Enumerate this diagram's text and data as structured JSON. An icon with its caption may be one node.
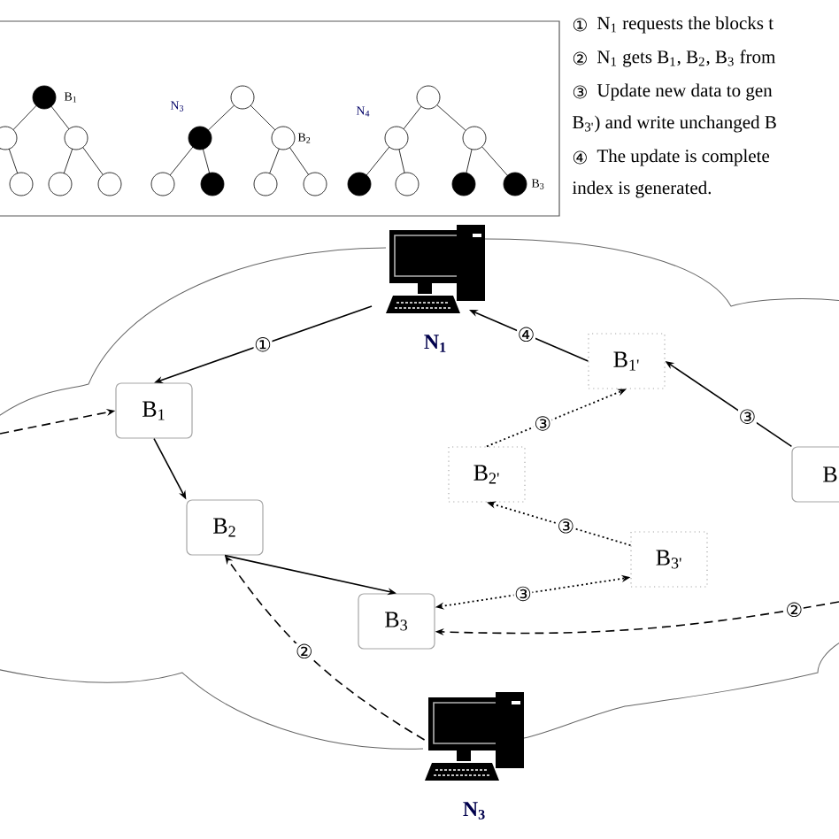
{
  "diagram": {
    "nodes": [
      {
        "text": [],
        "shape": "picture",
        "beside": [
          "N$_{1}$"
        ]
      },
      {
        "text": [
          "B$_{1}$"
        ]
      },
      {
        "text": [
          "B$_{2}$"
        ]
      },
      {
        "text": [
          "B$_{3}$"
        ]
      },
      {
        "text": [
          "B$_{1'}$"
        ]
      },
      {
        "text": [
          "B$_{2'}$"
        ]
      },
      {
        "text": [
          "B$_{3'}$"
        ]
      },
      {
        "text": [
          "B"
        ]
      },
      {
        "text": [],
        "shape": "picture",
        "beside": [
          "N$_{3}$"
        ]
      }
    ],
    "edges": [
      {
        "from": 0,
        "to": 1,
        "arrow": "to",
        "label": "①"
      },
      {
        "from": 1,
        "to": 2,
        "arrow": "to"
      },
      {
        "from": 2,
        "to": 3,
        "arrow": "to"
      },
      {
        "from": 8,
        "to": 2,
        "arrow": "to",
        "label": "②",
        "style": "dashed"
      },
      {
        "from": null,
        "to": 1,
        "arrow": "to",
        "style": "dashed"
      },
      {
        "from": null,
        "to": 3,
        "arrow": "to",
        "label": "②",
        "style": "dashed"
      },
      {
        "from": 7,
        "to": 4,
        "arrow": "to",
        "label": "③"
      },
      {
        "from": 4,
        "to": 0,
        "arrow": "to",
        "label": "④"
      },
      {
        "from": 5,
        "to": 4,
        "arrow": "to",
        "label": "③",
        "style": "dashed"
      },
      {
        "from": 6,
        "to": 5,
        "arrow": "to",
        "label": "③",
        "style": "dashed"
      },
      {
        "from": 3,
        "to": 6,
        "arrow": "both",
        "label": "③",
        "style": "dashed"
      }
    ],
    "labels": [
      "B$_{1}$",
      "N$_{3}$",
      "B$_{2}$",
      "N$_{4}$",
      "B$_{3}$",
      "①",
      "N$_{1}$ requests the blocks t",
      "②",
      "N$_{1}$ gets B$_{1}$, B$_{2}$, B$_{3}$  from",
      "③",
      "Update new data to gen",
      "B$_{3'}$) and write unchanged B",
      "④",
      "The update is complete",
      "index is generated."
    ]
  }
}
